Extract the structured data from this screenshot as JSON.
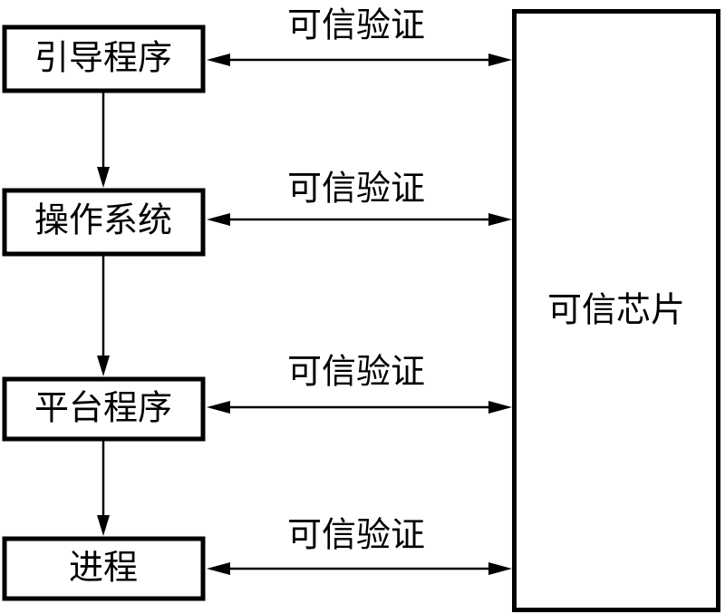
{
  "stages": [
    {
      "label": "引导程序"
    },
    {
      "label": "操作系统"
    },
    {
      "label": "平台程序"
    },
    {
      "label": "进程"
    }
  ],
  "links": [
    {
      "label": "可信验证"
    },
    {
      "label": "可信验证"
    },
    {
      "label": "可信验证"
    },
    {
      "label": "可信验证"
    }
  ],
  "chip": {
    "label": "可信芯片"
  },
  "colors": {
    "stroke": "#000000",
    "background": "#ffffff"
  }
}
